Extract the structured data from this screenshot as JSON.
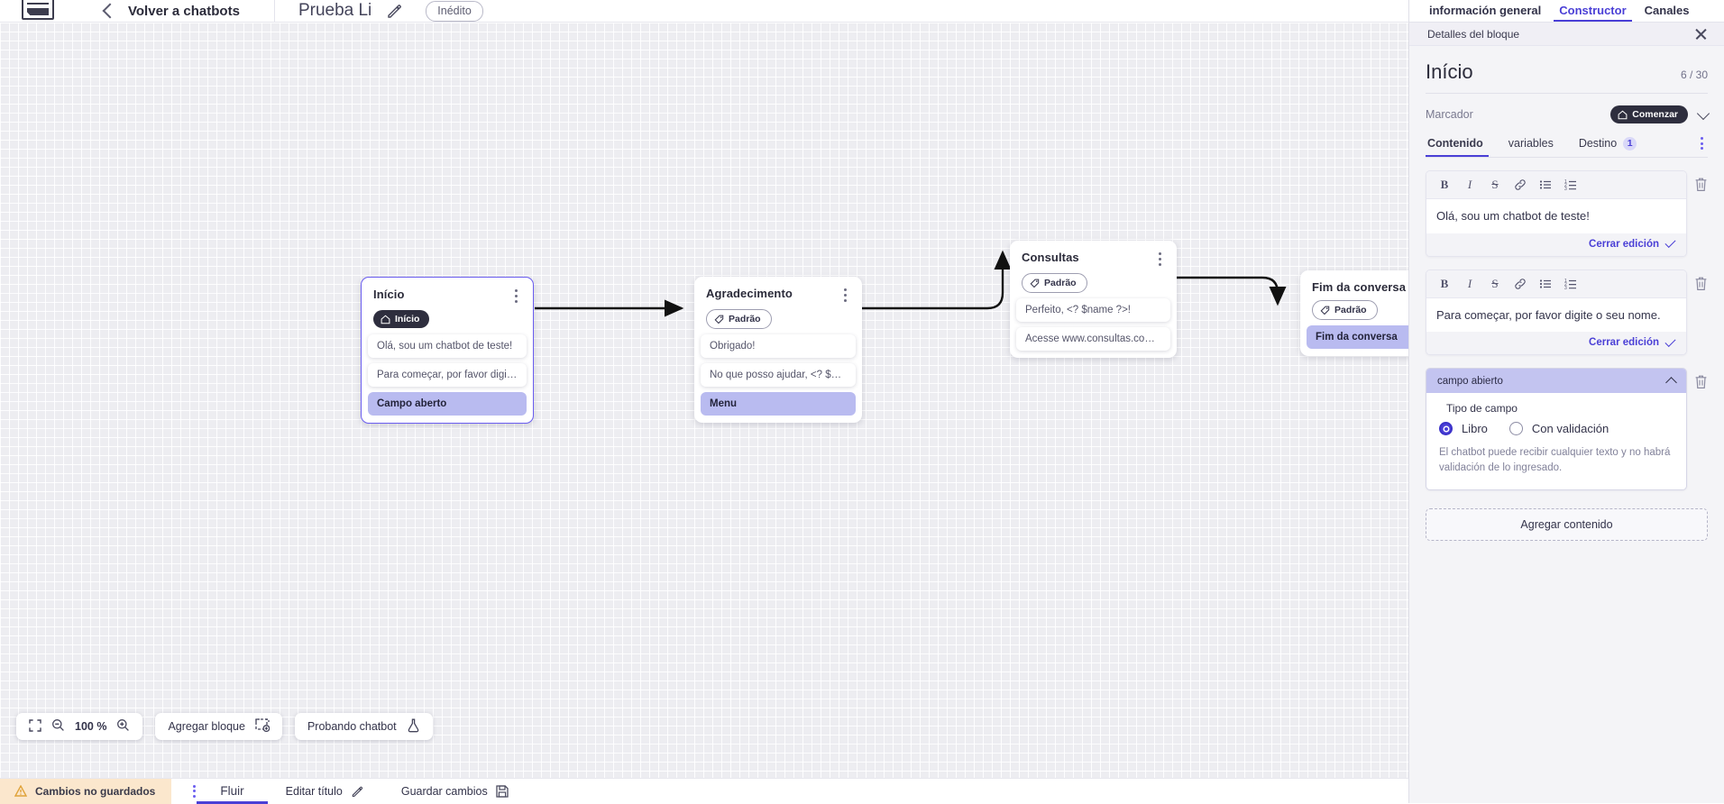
{
  "topbar": {
    "logo_name": "via-logo",
    "back_label": "Volver a chatbots",
    "chatbot_title": "Prueba Li",
    "status_badge": "Inédito"
  },
  "canvas": {
    "zoom_level": "100 %",
    "toolbar": {
      "fit_label": "fit-screen",
      "zoom_out_label": "zoom-out",
      "zoom_in_label": "zoom-in",
      "add_block_label": "Agregar bloque",
      "test_bot_label": "Probando chatbot"
    },
    "nodes": [
      {
        "title": "Início",
        "tag": "Início",
        "tag_style": "dark",
        "selected": true,
        "items": [
          {
            "text": "Olá, sou um chatbot de teste!",
            "highlight": false
          },
          {
            "text": "Para começar, por favor digite o ...",
            "highlight": false
          },
          {
            "text": "Campo aberto",
            "highlight": true
          }
        ]
      },
      {
        "title": "Agradecimento",
        "tag": "Padrão",
        "tag_style": "outline",
        "selected": false,
        "items": [
          {
            "text": "Obrigado!",
            "highlight": false
          },
          {
            "text": "No que posso ajudar, <? $name ...",
            "highlight": false
          },
          {
            "text": "Menu",
            "highlight": true
          }
        ]
      },
      {
        "title": "Consultas",
        "tag": "Padrão",
        "tag_style": "outline",
        "selected": false,
        "items": [
          {
            "text": "Perfeito, <? $name ?>!",
            "highlight": false
          },
          {
            "text": "Acesse www.consultas.com par...",
            "highlight": false
          }
        ]
      },
      {
        "title": "Fim da conversa",
        "tag": "Padrão",
        "tag_style": "outline",
        "selected": false,
        "items": [
          {
            "text": "Fim da conversa",
            "highlight": true
          }
        ]
      }
    ]
  },
  "bottombar": {
    "unsaved_label": "Cambios no guardados",
    "flow_tab": "Fluir",
    "edit_title_label": "Editar título",
    "save_label": "Guardar cambios"
  },
  "panel": {
    "tabs": [
      {
        "label": "información general",
        "active": false
      },
      {
        "label": "Constructor",
        "active": true
      },
      {
        "label": "Canales",
        "active": false
      }
    ],
    "subheader": "Detalles del bloque",
    "block_title": "Início",
    "block_count": "6 / 30",
    "marker_label": "Marcador",
    "marker_value": "Comenzar",
    "inner_tabs": [
      {
        "label": "Contenido",
        "active": true,
        "count": ""
      },
      {
        "label": "variables",
        "active": false,
        "count": ""
      },
      {
        "label": "Destino",
        "active": false,
        "count": "1"
      }
    ],
    "rte_buttons": [
      "B",
      "I",
      "S",
      "link",
      "bullet-list",
      "numbered-list"
    ],
    "content_cards": [
      {
        "text": "Olá, sou um chatbot de teste!",
        "footer": "Cerrar edición"
      },
      {
        "text": "Para começar, por favor digite o seu nome.",
        "footer": "Cerrar edición"
      }
    ],
    "open_field": {
      "header": "campo abierto",
      "type_label": "Tipo de campo",
      "options": [
        {
          "label": "Libro",
          "selected": true
        },
        {
          "label": "Con validación",
          "selected": false
        }
      ],
      "help_text": "El chatbot puede recibir cualquier texto y no habrá validación de lo ingresado."
    },
    "add_content_label": "Agregar contenido"
  },
  "colors": {
    "accent": "#4a3fd6",
    "highlight": "#b9bbf0",
    "warning_bg": "#fbe7cd",
    "canvas_bg": "#ededf1"
  }
}
